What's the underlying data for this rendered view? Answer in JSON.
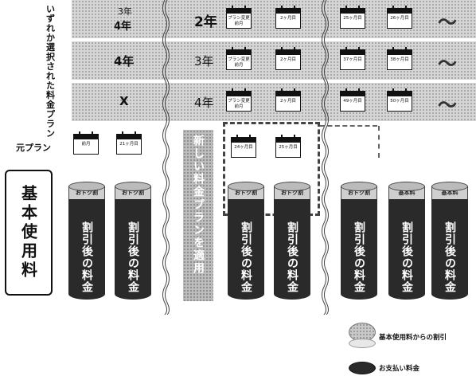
{
  "side_label": "いずれか選択された料金プラン",
  "rows": [
    {
      "left_label_lines": [
        "3年",
        "4年"
      ],
      "mid_label": "2年",
      "cal_a": "プラン変更前月",
      "cal_b": "2ヶ月目",
      "cal_c": "25ヶ月目",
      "cal_d": "26ヶ月目"
    },
    {
      "left_label_lines": [
        "4年"
      ],
      "mid_label": "3年",
      "cal_a": "プラン変更前月",
      "cal_b": "2ヶ月目",
      "cal_c": "37ヶ月目",
      "cal_d": "38ヶ月目"
    },
    {
      "left_label_lines": [
        "X"
      ],
      "mid_label": "4年",
      "cal_a": "プラン変更前月",
      "cal_b": "2ヶ月目",
      "cal_c": "49ヶ月目",
      "cal_d": "50ヶ月目"
    }
  ],
  "tilde": "〜",
  "original_plan": {
    "label": "元プラン",
    "cal_1": "前月",
    "cal_2": "21ヶ月目"
  },
  "new_plan_cals": {
    "cal_1": "24ヶ月目",
    "cal_2": "25ヶ月目"
  },
  "vertical_banner": "新しい料金プランを適用",
  "base_fee_label": "基本使用料",
  "cans": [
    {
      "top": "おトク割",
      "body": "割引後の料金"
    },
    {
      "top": "おトク割",
      "body": "割引後の料金"
    },
    {
      "top": "おトク割",
      "body": "割引後の料金"
    },
    {
      "top": "おトク割",
      "body": "割引後の料金"
    },
    {
      "top": "おトク割",
      "body": "割引後の料金"
    },
    {
      "top": "基本料",
      "body": "割引後の料金"
    },
    {
      "top": "基本料",
      "body": "割引後の料金"
    }
  ],
  "legend": {
    "discount_label": "基本使用料からの割引",
    "payment_label": "お支払い料金"
  },
  "colors": {
    "dark": "#2a2a2a",
    "band": "#d6d6d6",
    "disc": "#cfcfcf"
  }
}
